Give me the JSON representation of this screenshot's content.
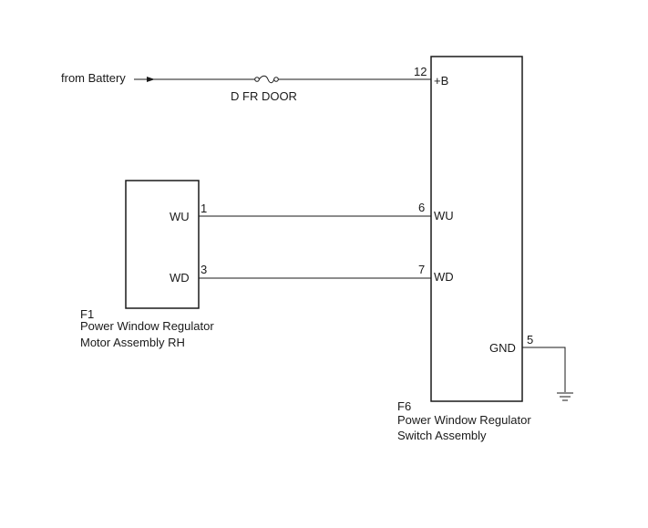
{
  "source": {
    "label": "from Battery"
  },
  "fuse": {
    "label": "D FR DOOR"
  },
  "f1": {
    "code": "F1",
    "name_line1": "Power Window Regulator",
    "name_line2": "Motor Assembly RH",
    "terminals": [
      {
        "pin": "1",
        "label": "WU"
      },
      {
        "pin": "3",
        "label": "WD"
      }
    ]
  },
  "f6": {
    "code": "F6",
    "name_line1": "Power Window Regulator",
    "name_line2": "Switch Assembly",
    "terminals": [
      {
        "pin": "12",
        "label": "+B"
      },
      {
        "pin": "6",
        "label": "WU"
      },
      {
        "pin": "7",
        "label": "WD"
      },
      {
        "pin": "5",
        "label": "GND"
      }
    ]
  },
  "ground": {
    "icon": "ground-icon"
  }
}
